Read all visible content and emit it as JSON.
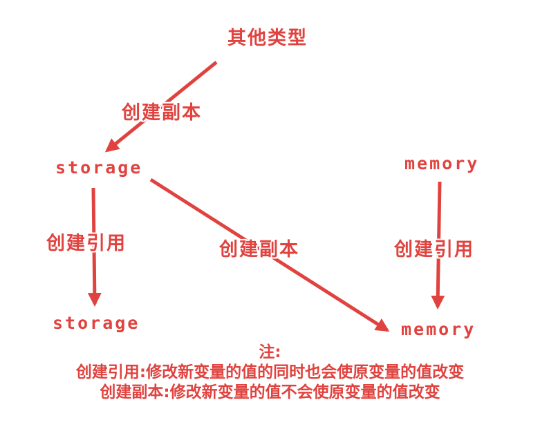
{
  "diagram": {
    "accent_color": "#e0433f",
    "nodes": {
      "other_types": "其他类型",
      "storage_top": "storage",
      "memory_top": "memory",
      "storage_bottom": "storage",
      "memory_bottom": "memory"
    },
    "edges": {
      "copy_top_label": "创建副本",
      "ref_left_label": "创建引用",
      "copy_mid_label": "创建副本",
      "ref_right_label": "创建引用"
    },
    "note": {
      "title": "注:",
      "line1": "创建引用:修改新变量的值的同时也会使原变量的值改变",
      "line2": "创建副本:修改新变量的值不会使原变量的值改变"
    }
  }
}
